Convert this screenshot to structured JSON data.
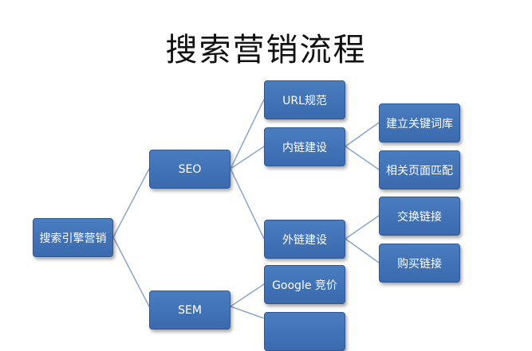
{
  "title": "搜索营销流程",
  "colors": {
    "node_fill": "#4572b4",
    "node_border": "#2f5890",
    "connector": "#8aa6cc"
  },
  "nodes": {
    "root": "搜索引擎营销",
    "seo": "SEO",
    "sem": "SEM",
    "url": "URL规范",
    "inner": "内链建设",
    "outer": "外链建设",
    "google": "Google 竞价",
    "keyword": "建立关键词库",
    "match": "相关页面匹配",
    "exchange": "交换链接",
    "buy": "购买链接"
  }
}
